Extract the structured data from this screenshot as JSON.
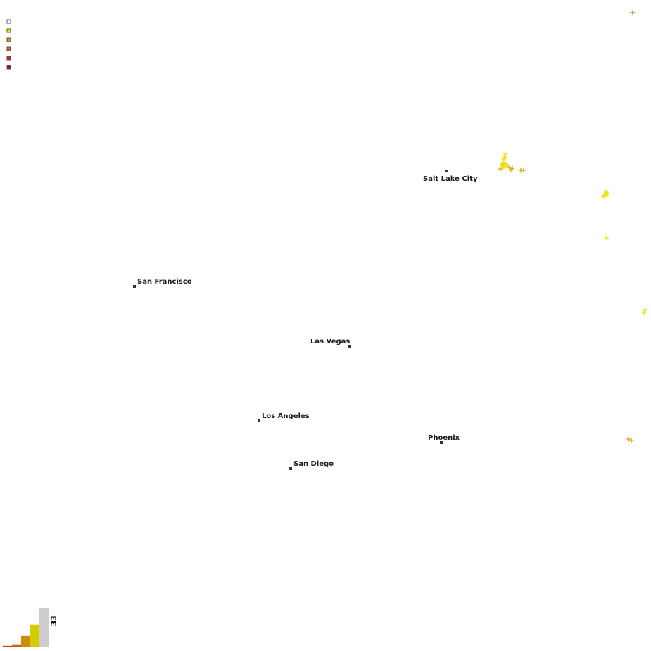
{
  "legend": {
    "swatches": [
      {
        "fill": "#ffffff",
        "border": "#555555"
      },
      {
        "fill": "#e8e800",
        "border": "#555555"
      },
      {
        "fill": "#d49a20",
        "border": "#555555"
      },
      {
        "fill": "#d86020",
        "border": "#555555"
      },
      {
        "fill": "#d02020",
        "border": "#555555"
      },
      {
        "fill": "#a01010",
        "border": "#555555"
      }
    ]
  },
  "cities": [
    {
      "name": "Salt Lake City"
    },
    {
      "name": "San Francisco"
    },
    {
      "name": "Las Vegas"
    },
    {
      "name": "Los Angeles"
    },
    {
      "name": "Phoenix"
    },
    {
      "name": "San Diego"
    }
  ],
  "strikes": {
    "colors": {
      "yellow": "#e8e000",
      "orange": "#e0a000",
      "red": "#e06020"
    },
    "groups": [
      {
        "color": "red",
        "count": 1
      },
      {
        "color": "yellow",
        "count": 10
      },
      {
        "color": "orange",
        "count": 6
      },
      {
        "color": "yellow",
        "count": 6
      },
      {
        "color": "yellow",
        "count": 1
      },
      {
        "color": "yellow",
        "count": 2
      },
      {
        "color": "orange",
        "count": 2
      }
    ]
  },
  "histogram": {
    "label": "33",
    "bars": [
      {
        "value": 1,
        "color": "#c04010"
      },
      {
        "value": 2,
        "color": "#d06018"
      },
      {
        "value": 8,
        "color": "#d08a10"
      },
      {
        "value": 15,
        "color": "#d4cc00"
      },
      {
        "value": 26,
        "color": "#cccccc"
      }
    ],
    "max": 26
  }
}
